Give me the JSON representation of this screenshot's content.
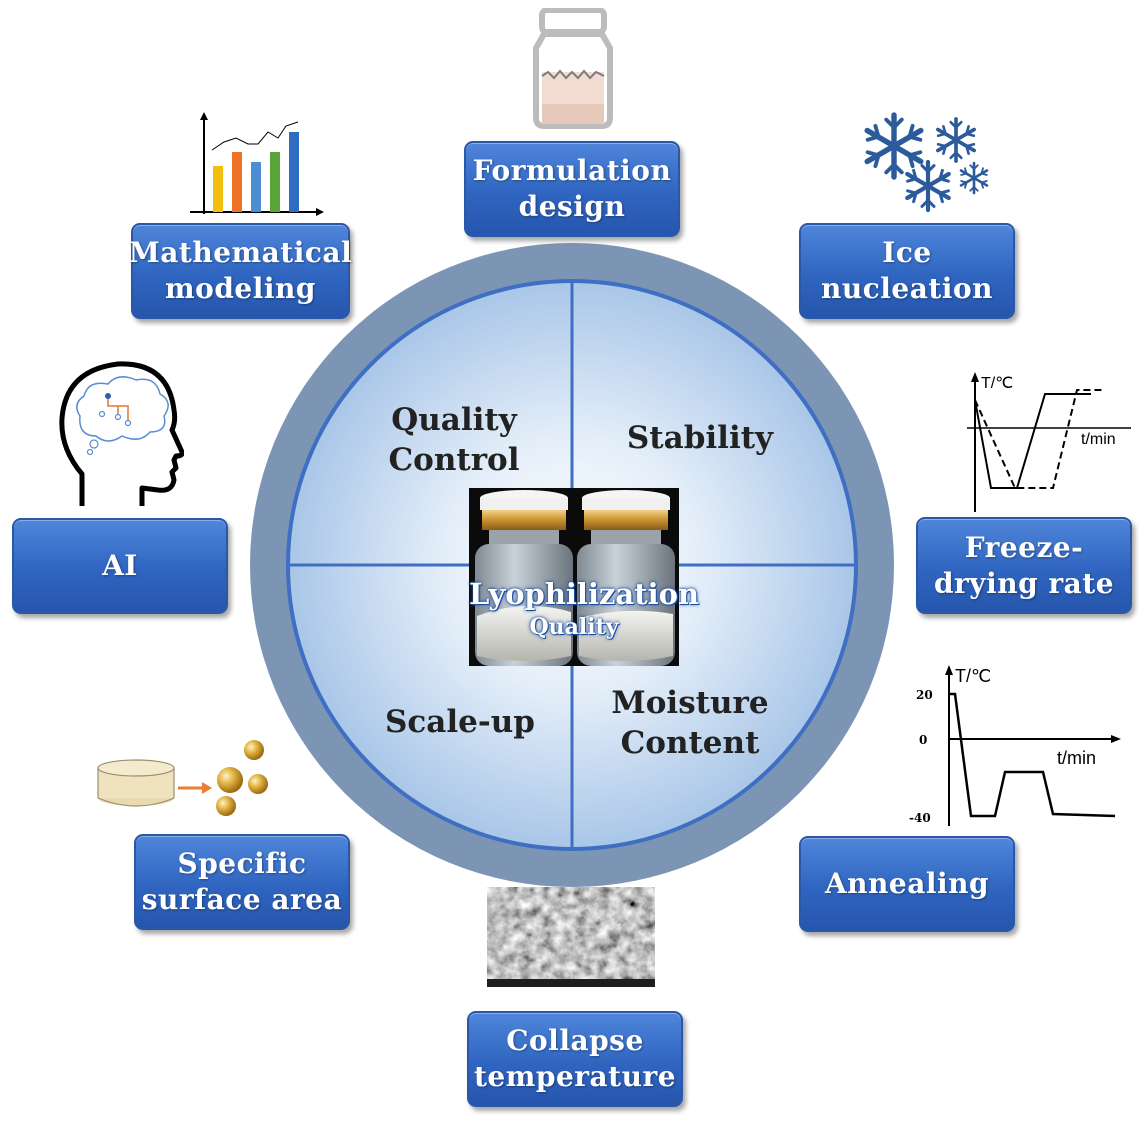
{
  "center": {
    "title": "Lyophilization",
    "subtitle": "Quality",
    "quadrants": {
      "top_left": [
        "Quality",
        "Control"
      ],
      "top_right": [
        "Stability"
      ],
      "bottom_left": [
        "Scale-up"
      ],
      "bottom_right": [
        "Moisture",
        "Content"
      ]
    }
  },
  "factors": {
    "formulation": [
      "Formulation",
      "design"
    ],
    "ice": [
      "Ice",
      "nucleation"
    ],
    "freeze_rate": [
      "Freeze-",
      "drying rate"
    ],
    "annealing": [
      "Annealing"
    ],
    "collapse": [
      "Collapse",
      "temperature"
    ],
    "surface": [
      "Specific",
      "surface area"
    ],
    "ai": [
      "AI"
    ],
    "modeling": [
      "Mathematical",
      "modeling"
    ]
  },
  "freeze_chart": {
    "ylabel": "T/℃",
    "xlabel": "t/min"
  },
  "annealing_chart": {
    "ylabel": "T/℃",
    "xlabel": "t/min",
    "ticks": [
      "20",
      "0",
      "-40"
    ]
  },
  "colors": {
    "box_blue": "#2f65c0",
    "ring": "#7d95b4",
    "ring_inner_border": "#3f6fc2",
    "disc_light": "#e3eefa",
    "disc_edge": "#a9c6e8"
  }
}
